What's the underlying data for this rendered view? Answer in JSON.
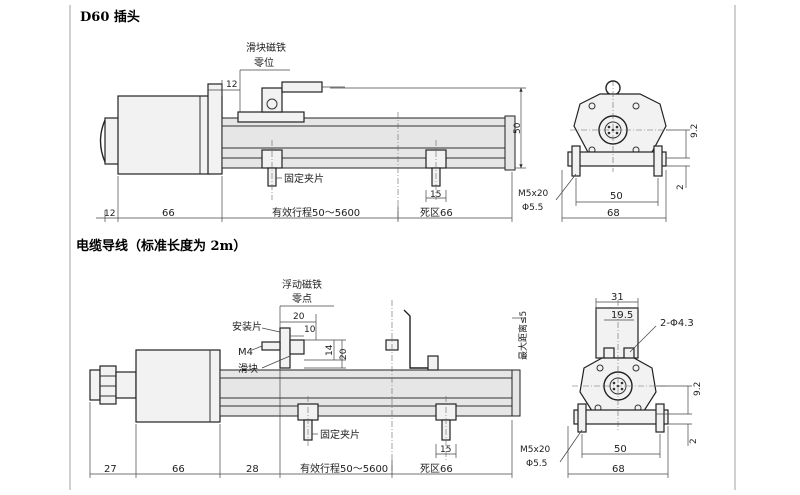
{
  "headings": {
    "d60": "D60 插头",
    "cable": "电缆导线（标准长度为 2m）"
  },
  "top_view": {
    "slider_label_1": "滑块磁铁",
    "slider_label_2": "零位",
    "clamp_label": "固定夹片",
    "dims": {
      "d12_top": "12",
      "d50_height": "50",
      "d15": "15",
      "d12_bottom": "12",
      "d66": "66",
      "stroke": "有效行程50～5600",
      "dead_zone": "死区66"
    }
  },
  "top_end_view": {
    "dims": {
      "d9_2": "9.2",
      "d2": "2",
      "d50": "50",
      "d68": "68",
      "bolt": "M5x20",
      "phi": "Φ5.5"
    }
  },
  "bottom_view": {
    "float_label_1": "浮动磁铁",
    "float_label_2": "零点",
    "mount_plate": "安装片",
    "m4": "M4",
    "slider": "滑块",
    "clamp_label": "固定夹片",
    "max_distance": "最大距离≤5",
    "dims": {
      "d20_top": "20",
      "d10": "10",
      "d14": "14",
      "d20_v": "20",
      "d15": "15",
      "d27": "27",
      "d66": "66",
      "d28": "28",
      "stroke": "有效行程50～5600",
      "dead_zone": "死区66"
    }
  },
  "bottom_end_view": {
    "dims": {
      "d31": "31",
      "d19_5": "19.5",
      "holes": "2-Φ4.3",
      "d9_2": "9.2",
      "d2": "2",
      "d50": "50",
      "d68": "68",
      "bolt": "M5x20",
      "phi": "Φ5.5"
    }
  }
}
